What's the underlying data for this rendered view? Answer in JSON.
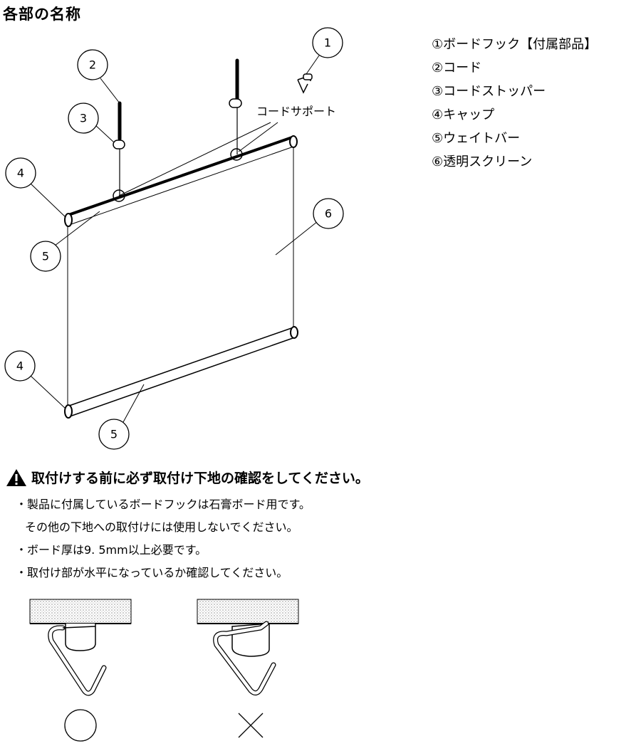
{
  "title": "各部の名称",
  "parts": [
    "①ボードフック【付属部品】",
    "②コード",
    "③コードストッパー",
    "④キャップ",
    "⑤ウェイトバー",
    "⑥透明スクリーン"
  ],
  "diagram": {
    "callouts": [
      "1",
      "2",
      "3",
      "4",
      "5",
      "6",
      "4",
      "5"
    ],
    "cord_support_label": "コードサポート"
  },
  "warning": {
    "icon": "warning-triangle-icon",
    "text": "取付けする前に必ず取付け下地の確認をしてください。"
  },
  "notes": [
    "・製品に付属しているボードフックは石膏ボード用です。",
    "その他の下地への取付けには使用しないでください。",
    "・ボード厚は9. 5mm以上必要です。",
    "・取付け部が水平になっているか確認してください。"
  ],
  "verdicts": {
    "good": "circle-ok-icon",
    "bad": "cross-ng-icon"
  }
}
